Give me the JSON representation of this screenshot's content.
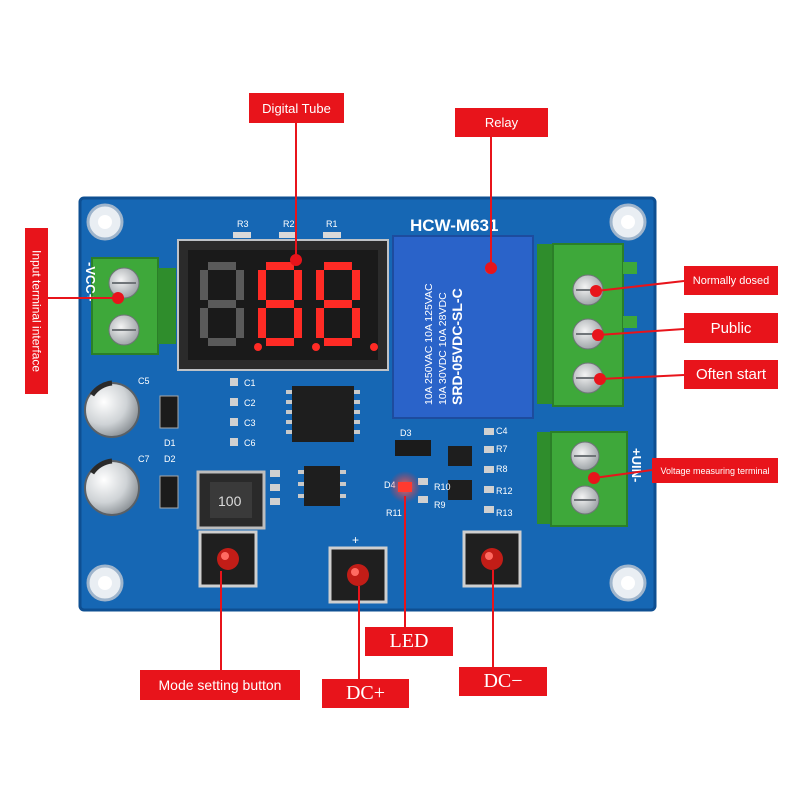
{
  "colors": {
    "board": "#1667b4",
    "board_edge": "#0e4f92",
    "callout": "#e8141b",
    "terminal": "#3ea83a",
    "relay": "#2a63c9",
    "segment_on": "#ff2b25",
    "segment_off": "#5a5a5a"
  },
  "board": {
    "model": "HCW-M631",
    "display": {
      "digits": [
        "8",
        "8",
        "8"
      ],
      "resistors": [
        "R3",
        "R2",
        "R1"
      ]
    },
    "relay_text": [
      "10A 250VAC 10A 125VAC",
      "10A 30VDC 10A 28VDC",
      "SRD-05VDC-SL-C"
    ],
    "inductor_value": "100",
    "input_terminal_marks": "-VCC+",
    "uin_mark": "+UIN-",
    "component_labels": [
      "C1",
      "C2",
      "C3",
      "C6",
      "C5",
      "C7",
      "D1",
      "D2",
      "D3",
      "D4",
      "C4",
      "R7",
      "R8",
      "R9",
      "R10",
      "R11",
      "R12",
      "R13"
    ]
  },
  "callouts": {
    "digital_tube": "Digital Tube",
    "relay": "Relay",
    "input_terminal": "Input terminal interface",
    "normally_closed": "Normally dosed",
    "public": "Public",
    "often_start": "Often start",
    "voltage_measuring": "Voltage measuring terminal",
    "led": "LED",
    "mode_button": "Mode setting button",
    "dc_plus": "DC+",
    "dc_minus": "DC−"
  }
}
